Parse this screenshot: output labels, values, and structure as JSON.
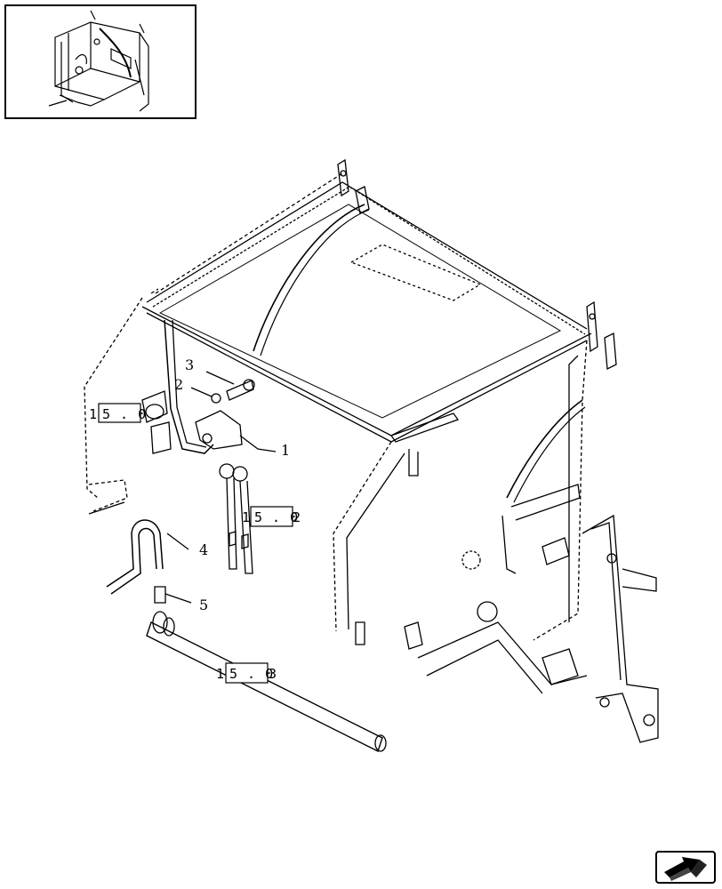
{
  "callouts": [
    "1",
    "2",
    "3",
    "4",
    "5"
  ],
  "references": {
    "ref_a": {
      "prefix": "1",
      "box": "5 . 0",
      "suffix": ""
    },
    "ref_b": {
      "prefix": "1",
      "box": "5 . 0",
      "suffix": "2"
    },
    "ref_c": {
      "prefix": "1",
      "box": "5 . 0",
      "suffix": "3"
    }
  },
  "icons": {
    "thumbnail": "baler-frame-overview-icon",
    "nav": "next-page-arrow-icon"
  }
}
